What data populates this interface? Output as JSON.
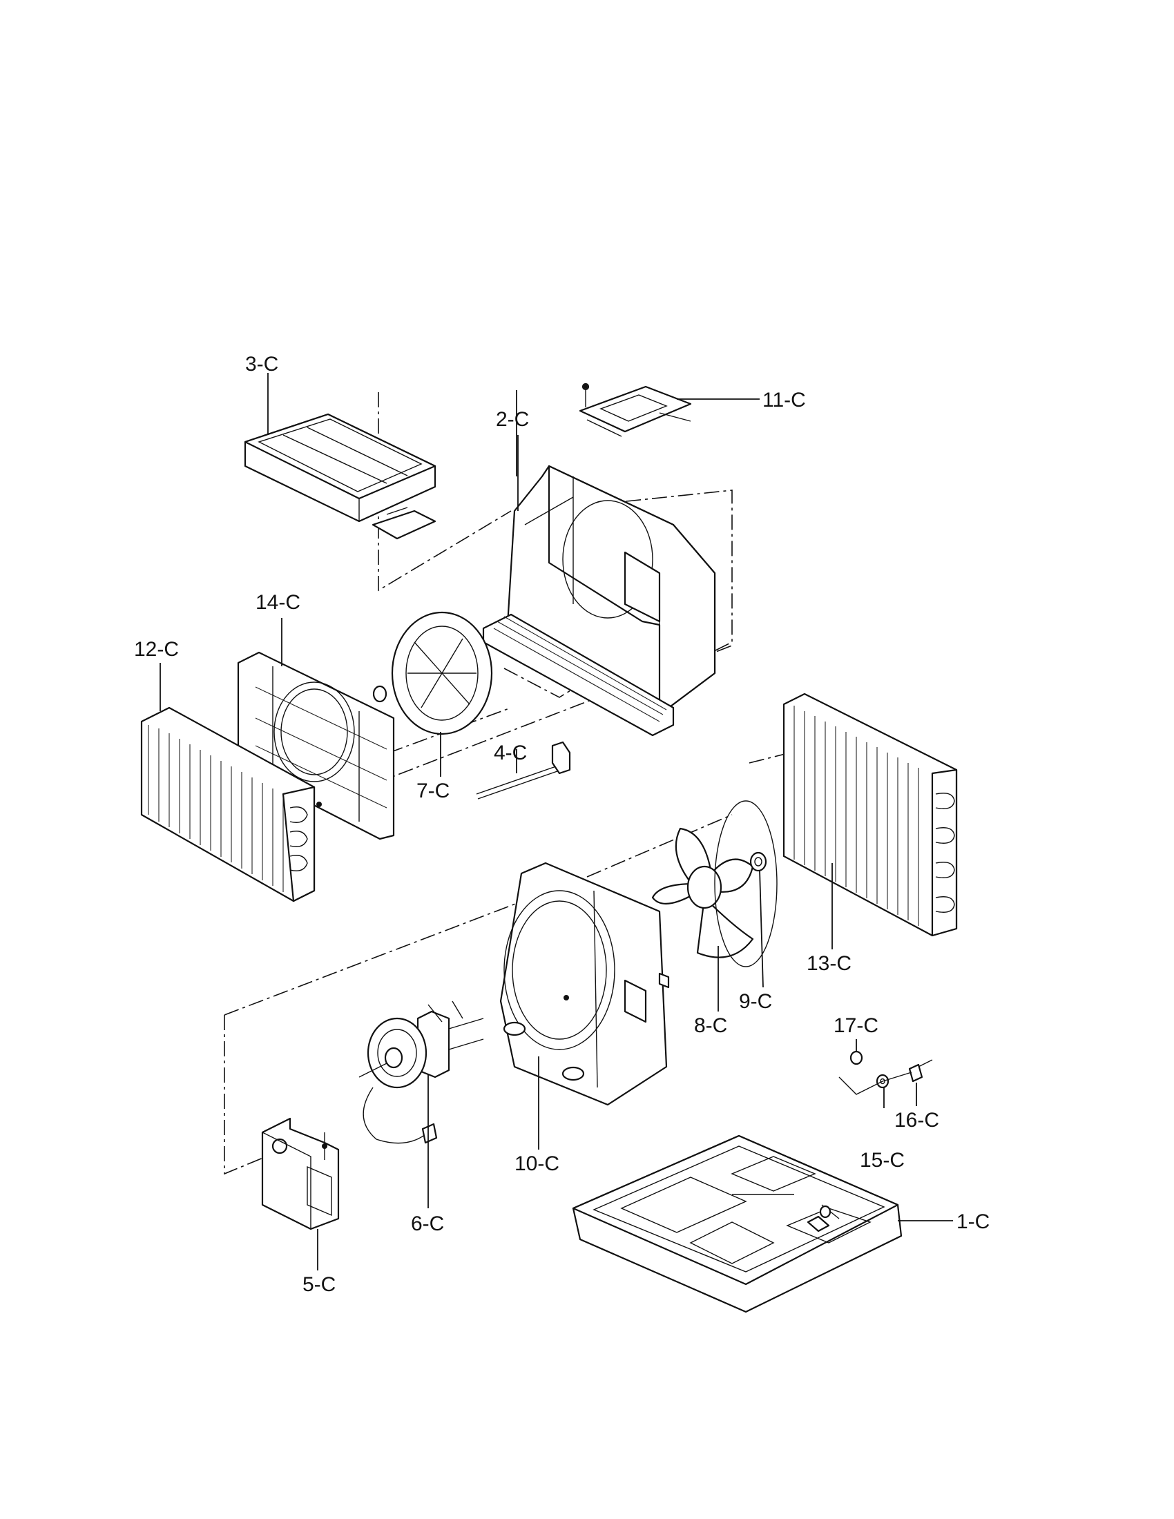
{
  "diagram": {
    "callouts": {
      "p1": "1-C",
      "p2": "2-C",
      "p3": "3-C",
      "p4": "4-C",
      "p5": "5-C",
      "p6": "6-C",
      "p7": "7-C",
      "p8": "8-C",
      "p9": "9-C",
      "p10": "10-C",
      "p11": "11-C",
      "p12": "12-C",
      "p13": "13-C",
      "p14": "14-C",
      "p15": "15-C",
      "p16": "16-C",
      "p17": "17-C"
    }
  }
}
